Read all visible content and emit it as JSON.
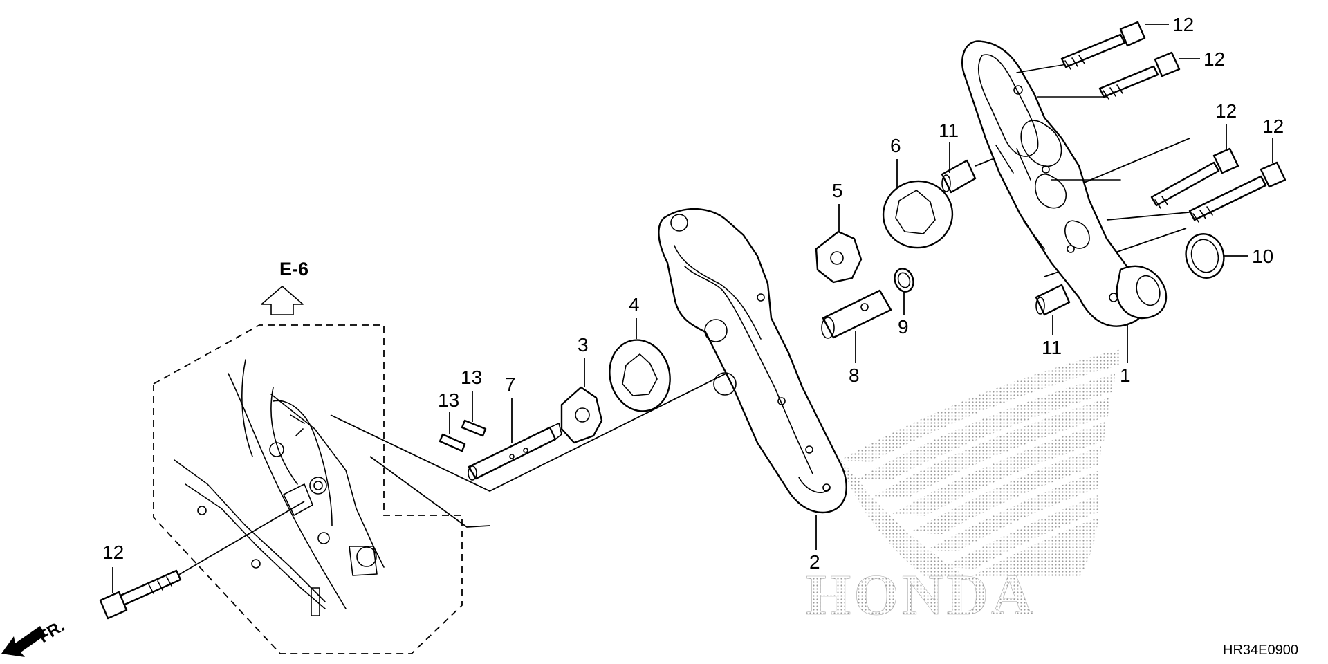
{
  "diagram": {
    "reference_label": "E-6",
    "front_label": "FR.",
    "watermark_text": "HONDA",
    "drawing_code": "HR34E0900",
    "callouts": [
      "1",
      "2",
      "3",
      "4",
      "5",
      "6",
      "7",
      "8",
      "9",
      "10",
      "11",
      "11",
      "12",
      "12",
      "12",
      "12",
      "12",
      "13",
      "13"
    ]
  },
  "colors": {
    "ink": "#000000",
    "background": "#ffffff",
    "watermark": "#9a9a9a"
  },
  "icons": {
    "reference_arrow": "up-arrow-icon",
    "front_arrow": "front-arrow-icon"
  }
}
